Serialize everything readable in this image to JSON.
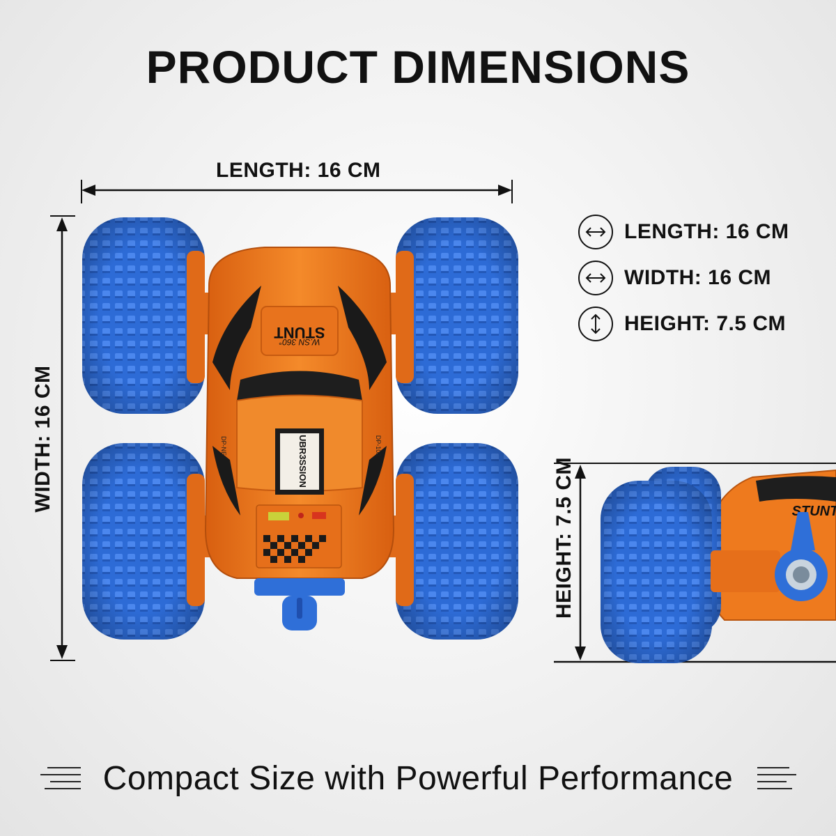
{
  "title": "PRODUCT DIMENSIONS",
  "top_dimension_label": "LENGTH: 16 CM",
  "side_dimension_label": "WIDTH: 16 CM",
  "height_dimension_label": "HEIGHT: 7.5 CM",
  "specs": [
    {
      "icon": "horizontal-arrows-icon",
      "text": "LENGTH: 16 CM"
    },
    {
      "icon": "horizontal-arrows-icon",
      "text": "WIDTH: 16 CM"
    },
    {
      "icon": "vertical-arrows-icon",
      "text": "HEIGHT: 7.5 CM"
    }
  ],
  "car_decals": {
    "hood_main": "STUNT",
    "hood_small": "W.SN 360°",
    "rear_label": "UBR3SSION",
    "side_code_left": "DP-NE",
    "side_code_right": "DP-102"
  },
  "tagline": "Compact Size with Powerful Performance",
  "colors": {
    "car_body": "#f07a1c",
    "tire": "#2f6fd8",
    "text": "#111111",
    "background": "#efefef"
  }
}
